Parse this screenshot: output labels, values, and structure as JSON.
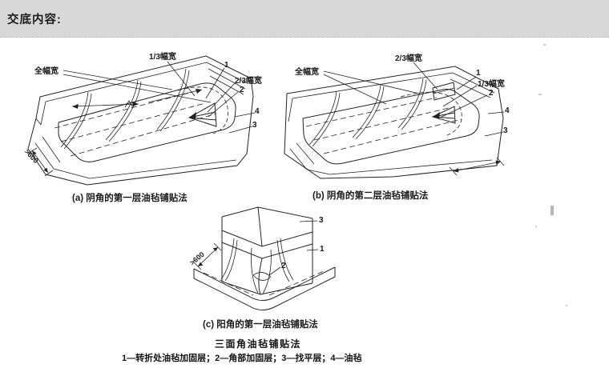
{
  "header": {
    "title": "交底内容:"
  },
  "figure": {
    "diagrams": {
      "a": {
        "caption": "(a) 阴角的第一层油毡铺贴法",
        "labels": {
          "full_width": "全幅宽",
          "one_third": "1/3幅宽",
          "two_thirds": "2/3幅宽",
          "dim": ">600",
          "n1": "1",
          "n2": "2",
          "n3": "3",
          "n4": "4"
        }
      },
      "b": {
        "caption": "(b) 阴角的第二层油毡铺贴法",
        "labels": {
          "full_width": "全幅宽",
          "two_thirds": "2/3幅宽",
          "one_third": "1/3幅宽",
          "n1": "1",
          "n2": "2",
          "n3": "3",
          "n4": "4"
        }
      },
      "c": {
        "caption": "(c) 阳角的第一层油毡铺贴法",
        "labels": {
          "dim": ">600",
          "n1": "1",
          "n2": "2",
          "n3": "3"
        }
      }
    },
    "title": "三面角油毡铺贴法",
    "legend": "1—转折处油毡加固层；2—角部加固层；3—找平层；4—油毡"
  },
  "colors": {
    "header_bg": "#d8d8d8",
    "line": "#222222",
    "page_bg": "#ffffff"
  }
}
